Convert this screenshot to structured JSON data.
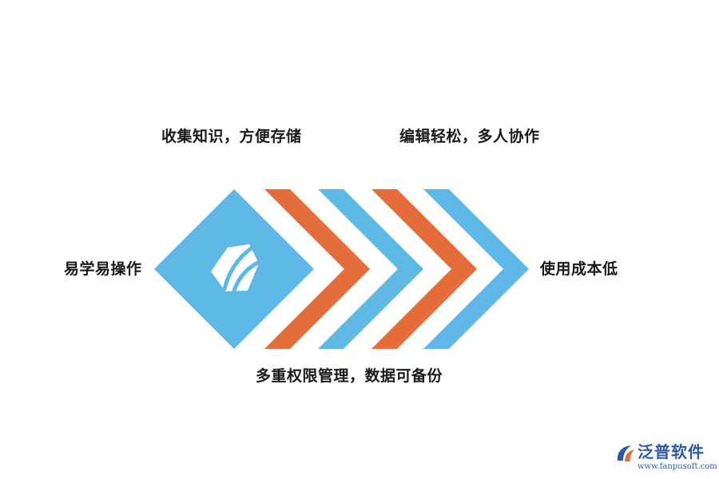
{
  "labels": {
    "top_left": "收集知识，方便存储",
    "top_right": "编辑轻松，多人协作",
    "left": "易学易操作",
    "right": "使用成本低",
    "bottom": "多重权限管理，数据可备份"
  },
  "brand": {
    "name": "泛普软件",
    "url": "www.fanpusoft.com"
  },
  "colors": {
    "blue": "#5db8e6",
    "orange": "#e56d3c",
    "logo_white": "#ffffff",
    "brand_blue": "#2c5aa8",
    "brand_orange": "#e56d3c"
  },
  "icons": {
    "center_logo": "fanpu-logo-icon",
    "brand_logo": "fanpu-brand-icon"
  }
}
